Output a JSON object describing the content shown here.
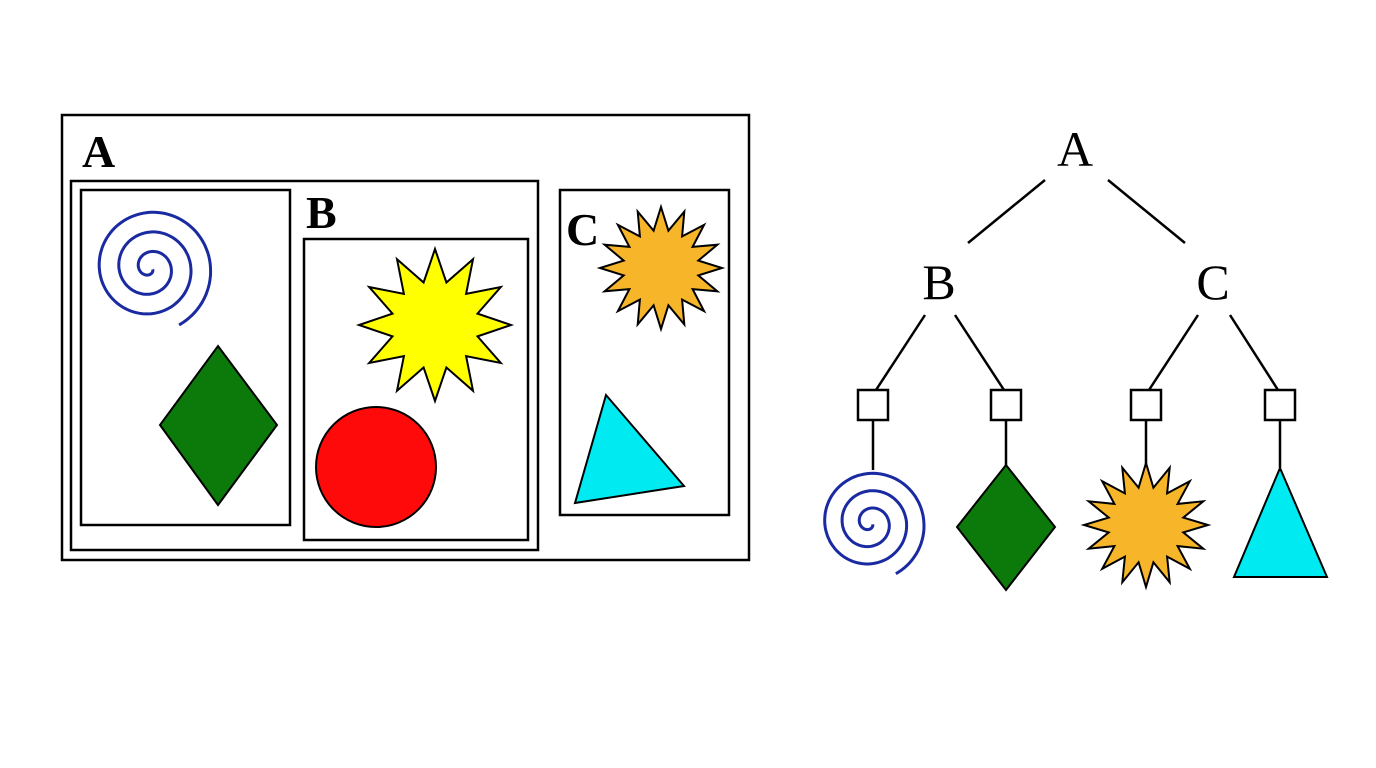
{
  "venn_diagram": {
    "labels": {
      "a": "A",
      "b": "B",
      "c": "C"
    }
  },
  "tree_diagram": {
    "labels": {
      "root": "A",
      "left": "B",
      "right": "C"
    }
  },
  "colors": {
    "spiral": "#1a2aa0",
    "diamond": "#0b7a0b",
    "yellow_star": "#ffff00",
    "red_circle": "#ff0a0a",
    "orange_star": "#f7b52a",
    "triangle": "#00eaf2",
    "outline": "#000000"
  }
}
